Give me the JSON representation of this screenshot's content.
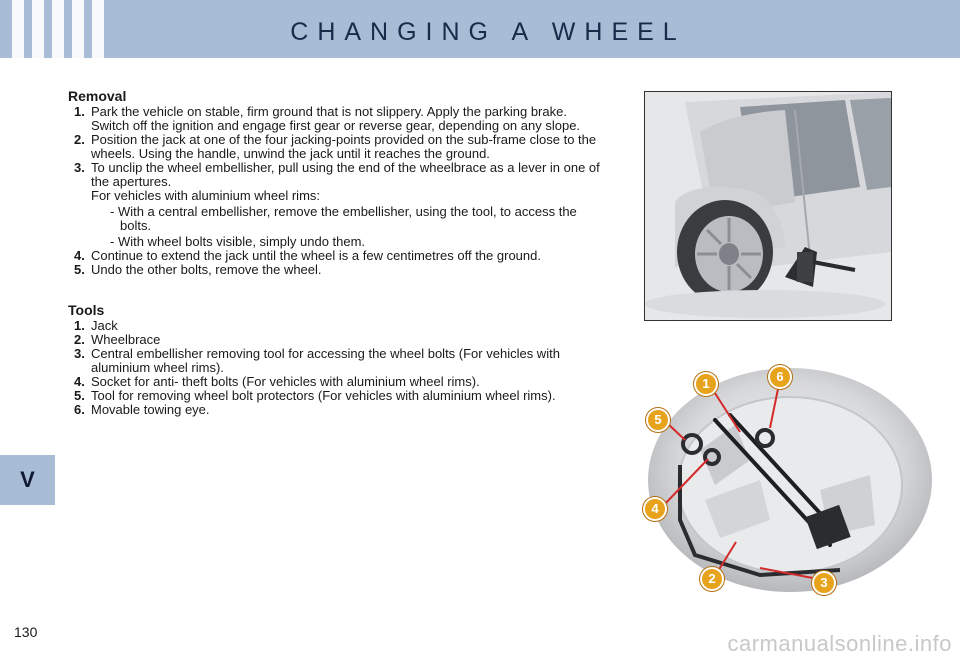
{
  "header": {
    "title": "CHANGING A WHEEL"
  },
  "section_tab": "V",
  "page_number": "130",
  "watermark": "carmanualsonline.info",
  "removal": {
    "heading": "Removal",
    "steps": [
      {
        "num": "1.",
        "text": "Park the vehicle on stable, firm ground that is not slippery. Apply the parking brake.",
        "extra": "Switch off the ignition and engage first gear or reverse gear, depending on any slope."
      },
      {
        "num": "2.",
        "text": "Position the jack at one of the four jacking-points provided on the sub-frame close to the wheels. Using the handle, unwind the jack until it reaches the ground."
      },
      {
        "num": "3.",
        "text": "To unclip the wheel embellisher, pull using the end of the wheelbrace as a lever in one of the apertures.",
        "extra": "For vehicles with aluminium wheel rims:",
        "subs": [
          "- With a central embellisher, remove the embellisher, using the tool, to access the bolts.",
          "- With wheel bolts visible, simply undo them."
        ]
      },
      {
        "num": "4.",
        "text": "Continue to extend the jack until the wheel is a few centimetres off the ground."
      },
      {
        "num": "5.",
        "text": "Undo the other bolts, remove the wheel."
      }
    ]
  },
  "tools": {
    "heading": "Tools",
    "items": [
      {
        "num": "1.",
        "text": "Jack"
      },
      {
        "num": "2.",
        "text": "Wheelbrace"
      },
      {
        "num": "3.",
        "text": "Central embellisher removing tool for accessing the wheel bolts (For vehicles with aluminium wheel rims)."
      },
      {
        "num": "4.",
        "text": "Socket for anti- theft bolts (For vehicles with aluminium wheel rims)."
      },
      {
        "num": "5.",
        "text": "Tool for removing wheel bolt protectors (For vehicles with aluminium wheel rims)."
      },
      {
        "num": "6.",
        "text": "Movable towing eye."
      }
    ]
  },
  "callouts": [
    "1",
    "6",
    "5",
    "4",
    "2",
    "3"
  ],
  "colors": {
    "header": "#a9bcd6",
    "callout": "#e8a31c",
    "callout_line": "#d42a2a"
  }
}
